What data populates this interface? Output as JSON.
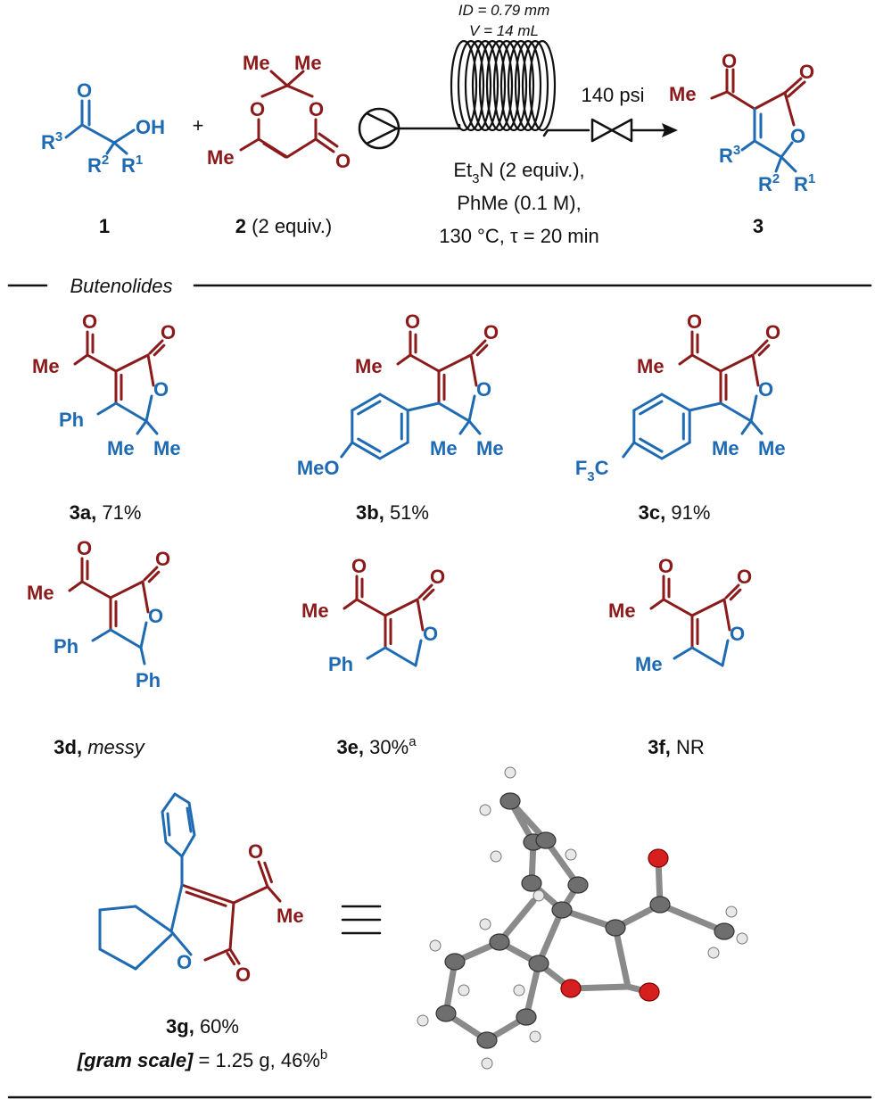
{
  "colors": {
    "blue": "#1f6bb3",
    "red": "#8b1a1a",
    "black": "#111111"
  },
  "reaction": {
    "reactant1": {
      "number": "1",
      "atoms": {
        "carbonyl_o": "O",
        "r3": "R",
        "r3_sup": "3",
        "oh": "OH",
        "r2": "R",
        "r2_sup": "2",
        "r1": "R",
        "r1_sup": "1"
      }
    },
    "plus": "+",
    "reactant2": {
      "number": "2",
      "equiv": "(2 equiv.)",
      "atoms": {
        "me_a": "Me",
        "me_b": "Me",
        "o_left": "O",
        "o_right": "O",
        "me_ring": "Me",
        "carbonyl_o": "O"
      }
    },
    "reactor": {
      "id_label": "ID = 0.79 mm",
      "volume_label": "V = 14 mL",
      "pressure": "140 psi",
      "conditions": {
        "line1_pre": "Et",
        "line1_sub": "3",
        "line1_post": "N (2 equiv.),",
        "line2": "PhMe (0.1 M),",
        "line3": "130 °C, τ = 20 min"
      }
    },
    "product": {
      "number": "3",
      "atoms": {
        "me": "Me",
        "acyl_o": "O",
        "lactone_o": "O",
        "ring_o": "O",
        "r3": "R",
        "r3_sup": "3",
        "r2": "R",
        "r2_sup": "2",
        "r1": "R",
        "r1_sup": "1"
      }
    }
  },
  "section": {
    "title": "Butenolides"
  },
  "compounds": [
    {
      "id": "3a",
      "result": "71%",
      "result_sup": "",
      "italic": false,
      "atoms": {
        "me": "Me",
        "o1": "O",
        "o2": "O",
        "o3": "O",
        "sub4": "Ph",
        "sub5a": "Me",
        "sub5b": "Me"
      }
    },
    {
      "id": "3b",
      "result": "51%",
      "result_sup": "",
      "italic": false,
      "atoms": {
        "me": "Me",
        "o1": "O",
        "o2": "O",
        "o3": "O",
        "aryl_sub": "MeO",
        "sub5a": "Me",
        "sub5b": "Me"
      }
    },
    {
      "id": "3c",
      "result": "91%",
      "result_sup": "",
      "italic": false,
      "atoms": {
        "me": "Me",
        "o1": "O",
        "o2": "O",
        "o3": "O",
        "aryl_sub_pre": "F",
        "aryl_sub_sub": "3",
        "aryl_sub_post": "C",
        "sub5a": "Me",
        "sub5b": "Me"
      }
    },
    {
      "id": "3d",
      "result": "messy",
      "result_sup": "",
      "italic": true,
      "atoms": {
        "me": "Me",
        "o1": "O",
        "o2": "O",
        "o3": "O",
        "sub4": "Ph",
        "sub5": "Ph"
      }
    },
    {
      "id": "3e",
      "result": "30%",
      "result_sup": "a",
      "italic": false,
      "atoms": {
        "me": "Me",
        "o1": "O",
        "o2": "O",
        "o3": "O",
        "sub4": "Ph"
      }
    },
    {
      "id": "3f",
      "result": "NR",
      "result_sup": "",
      "italic": false,
      "atoms": {
        "me": "Me",
        "o1": "O",
        "o2": "O",
        "o3": "O",
        "sub4": "Me"
      }
    },
    {
      "id": "3g",
      "result": "60%",
      "result_sup": "",
      "italic": false,
      "atoms": {
        "me": "Me",
        "o1": "O",
        "o2": "O",
        "o3": "O"
      },
      "gram_scale": {
        "label": "[gram scale]",
        "value": " = 1.25 g, 46%",
        "sup": "b"
      }
    }
  ],
  "equivalence": "≡"
}
